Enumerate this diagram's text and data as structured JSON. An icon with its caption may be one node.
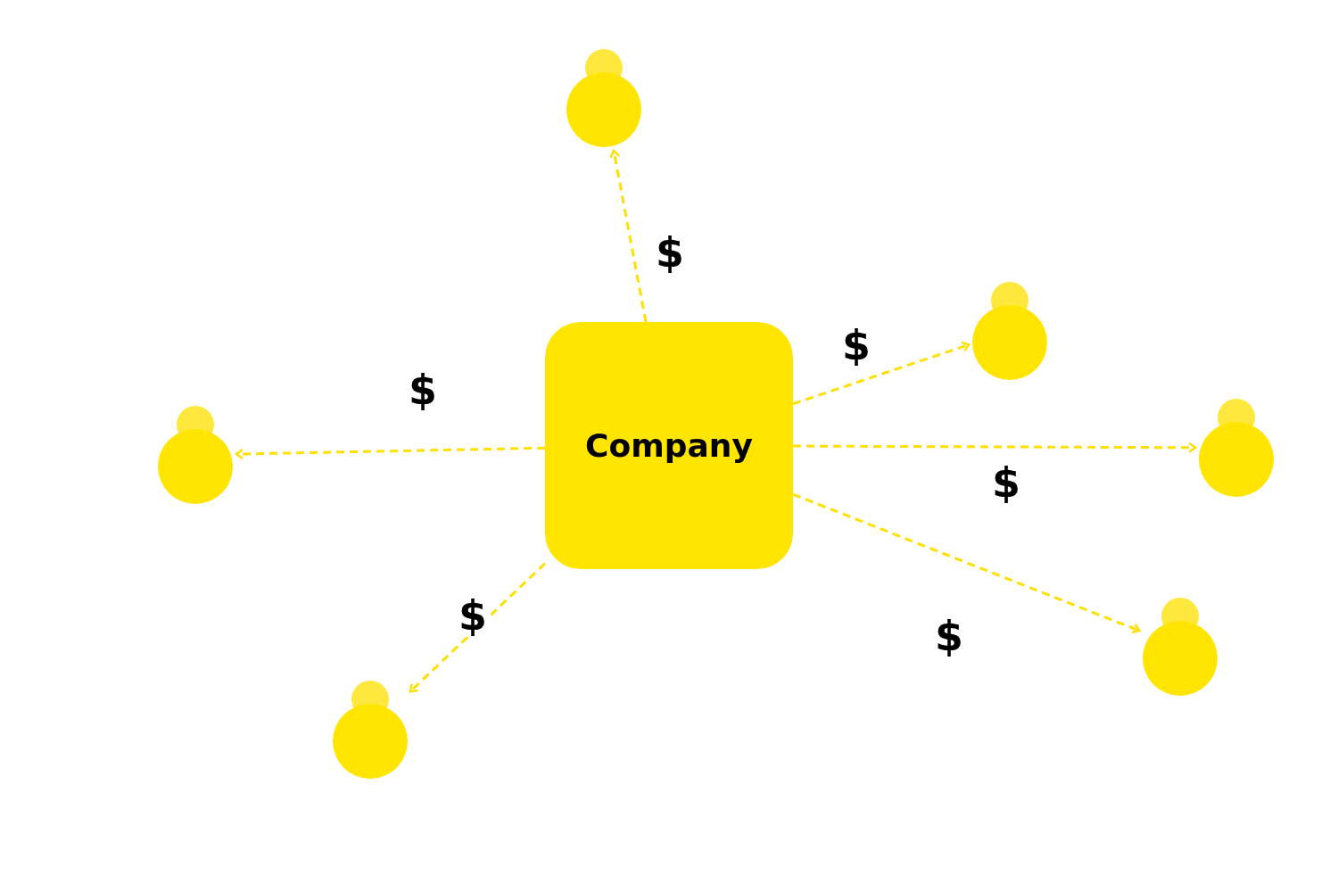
{
  "diagram": {
    "nodes": [
      {
        "text": [
          "Company"
        ]
      },
      {
        "text": [],
        "shape": "person"
      },
      {
        "text": [],
        "shape": "person"
      },
      {
        "text": [],
        "shape": "person"
      },
      {
        "text": [],
        "shape": "person"
      },
      {
        "text": [],
        "shape": "person"
      },
      {
        "text": [],
        "shape": "person"
      }
    ],
    "edges": [
      {
        "from": 0,
        "to": 1,
        "arrow": "to",
        "label": "$",
        "style": "dashed"
      },
      {
        "from": 0,
        "to": 2,
        "arrow": "to",
        "label": "$",
        "style": "dashed"
      },
      {
        "from": 0,
        "to": 3,
        "arrow": "to",
        "label": "$",
        "style": "dashed"
      },
      {
        "from": 0,
        "to": 4,
        "arrow": "to",
        "label": "$",
        "style": "dashed"
      },
      {
        "from": 0,
        "to": 5,
        "arrow": "to",
        "label": "$",
        "style": "dashed"
      },
      {
        "from": 0,
        "to": 6,
        "arrow": "to",
        "label": "$",
        "style": "dashed"
      }
    ]
  }
}
